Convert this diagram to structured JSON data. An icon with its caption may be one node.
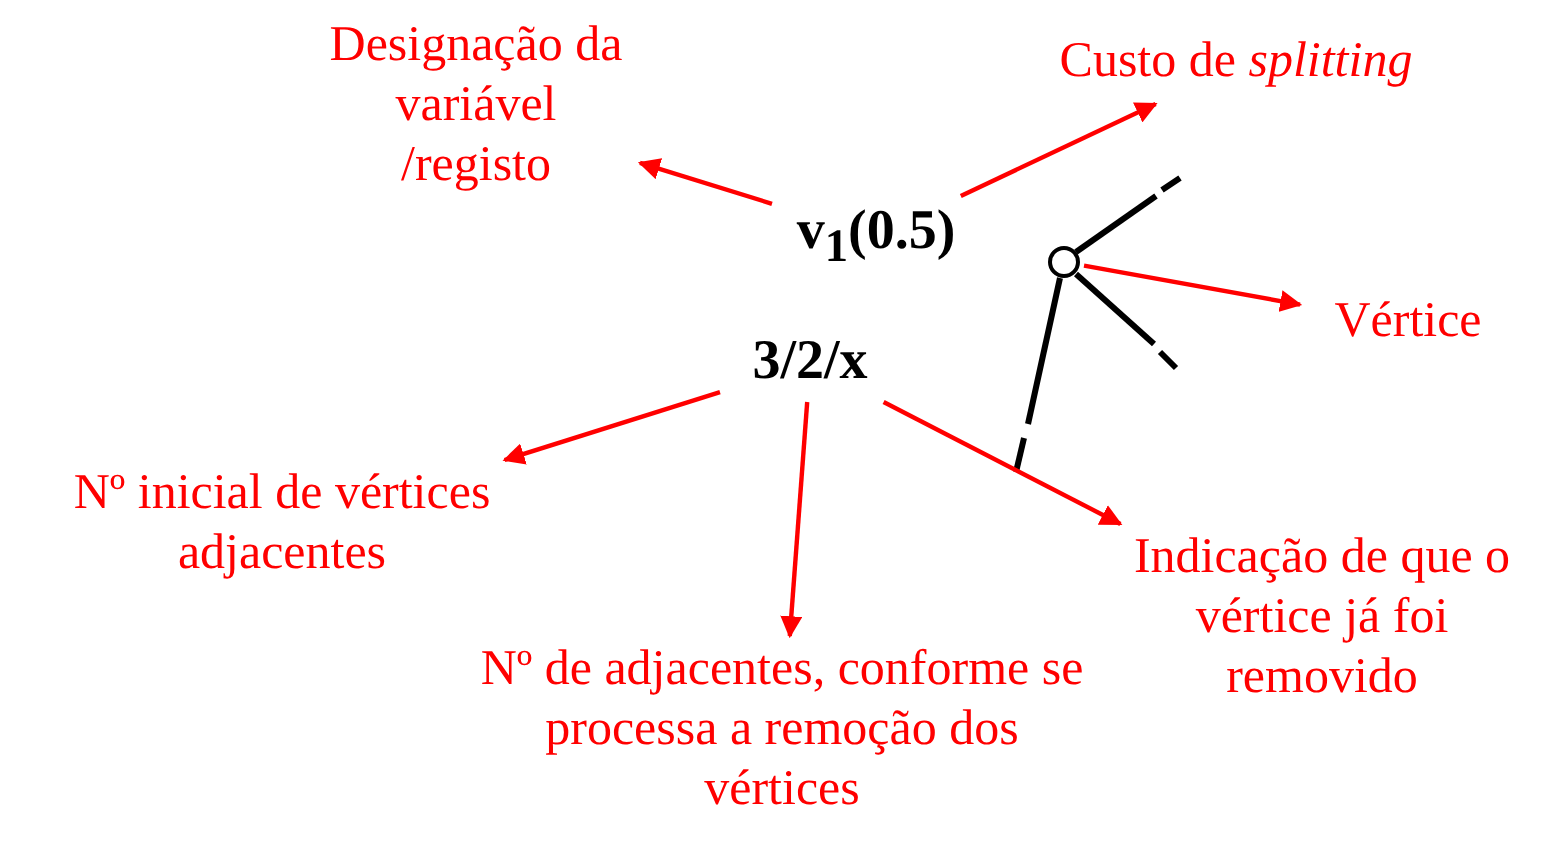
{
  "diagram": {
    "nodes": [
      {
        "text": [
          "v$_{1}$(0.5)"
        ]
      },
      {
        "text": [
          "3/2/x"
        ]
      },
      {
        "text": [
          "Designação da variável /registo"
        ]
      },
      {
        "text": [
          "Custo de *splitting*"
        ]
      },
      {
        "text": [],
        "shape": "circle"
      },
      {
        "text": [
          "Vértice"
        ]
      },
      {
        "text": [
          "Nº inicial de vértices adjacentes"
        ]
      },
      {
        "text": [
          "Nº de adjacentes, conforme se processa a remoção dos vértices"
        ]
      },
      {
        "text": [
          "Indicação de que o vértice já foi removido"
        ]
      }
    ],
    "edges": [
      {
        "from": 0,
        "to": 2,
        "arrow": "to"
      },
      {
        "from": 0,
        "to": 3,
        "arrow": "to"
      },
      {
        "from": 4,
        "to": 5,
        "arrow": "to"
      },
      {
        "from": 1,
        "to": 6,
        "arrow": "to"
      },
      {
        "from": 1,
        "to": 7,
        "arrow": "to"
      },
      {
        "from": 1,
        "to": 8,
        "arrow": "to"
      }
    ]
  }
}
